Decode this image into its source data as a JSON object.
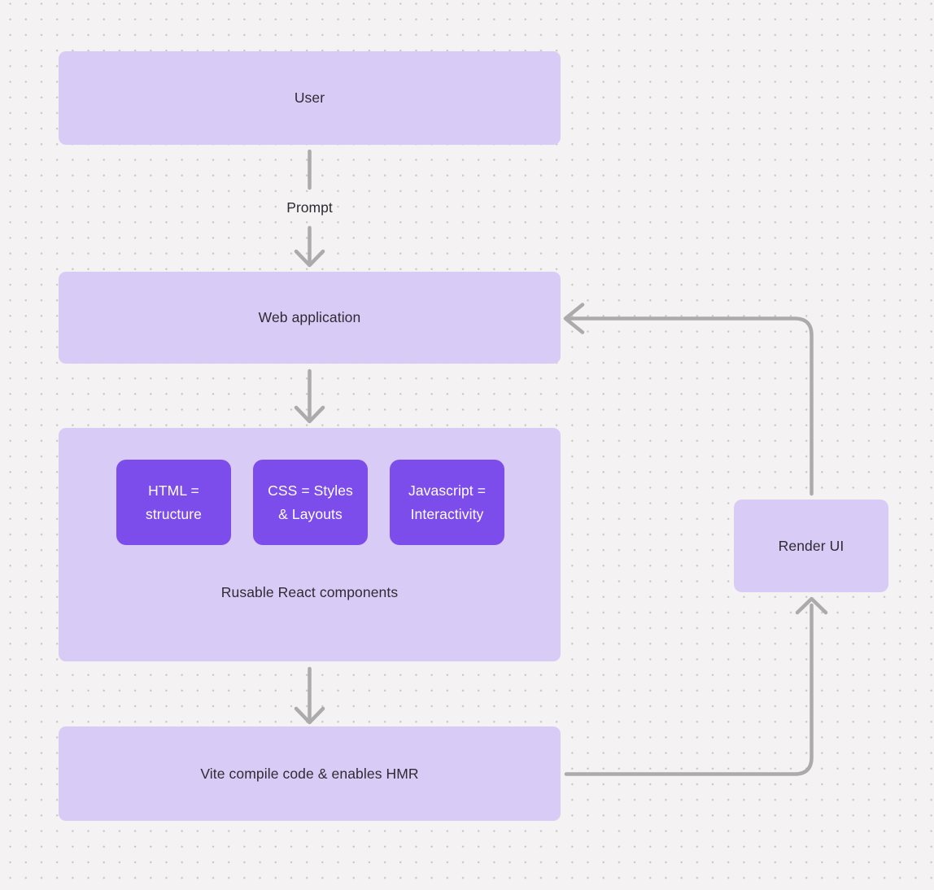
{
  "diagram": {
    "colors": {
      "background": "#f4f2f2",
      "dot_grid": "#c9c6c6",
      "node_fill": "#d8ccf6",
      "accent_fill": "#7c4dea",
      "arrow": "#acaaaa",
      "text_dark": "#2e2b33",
      "text_light": "#ffffff"
    },
    "nodes": {
      "user": {
        "label": "User"
      },
      "web_application": {
        "label": "Web application"
      },
      "react_components": {
        "caption": "Rusable React components",
        "children": [
          {
            "line1": "HTML =",
            "line2": "structure"
          },
          {
            "line1": "CSS = Styles",
            "line2": "& Layouts"
          },
          {
            "line1": "Javascript =",
            "line2": "Interactivity"
          }
        ]
      },
      "vite": {
        "label": "Vite compile code & enables HMR"
      },
      "render_ui": {
        "label": "Render UI"
      }
    },
    "edges": {
      "user_to_webapp_label": "Prompt"
    }
  }
}
